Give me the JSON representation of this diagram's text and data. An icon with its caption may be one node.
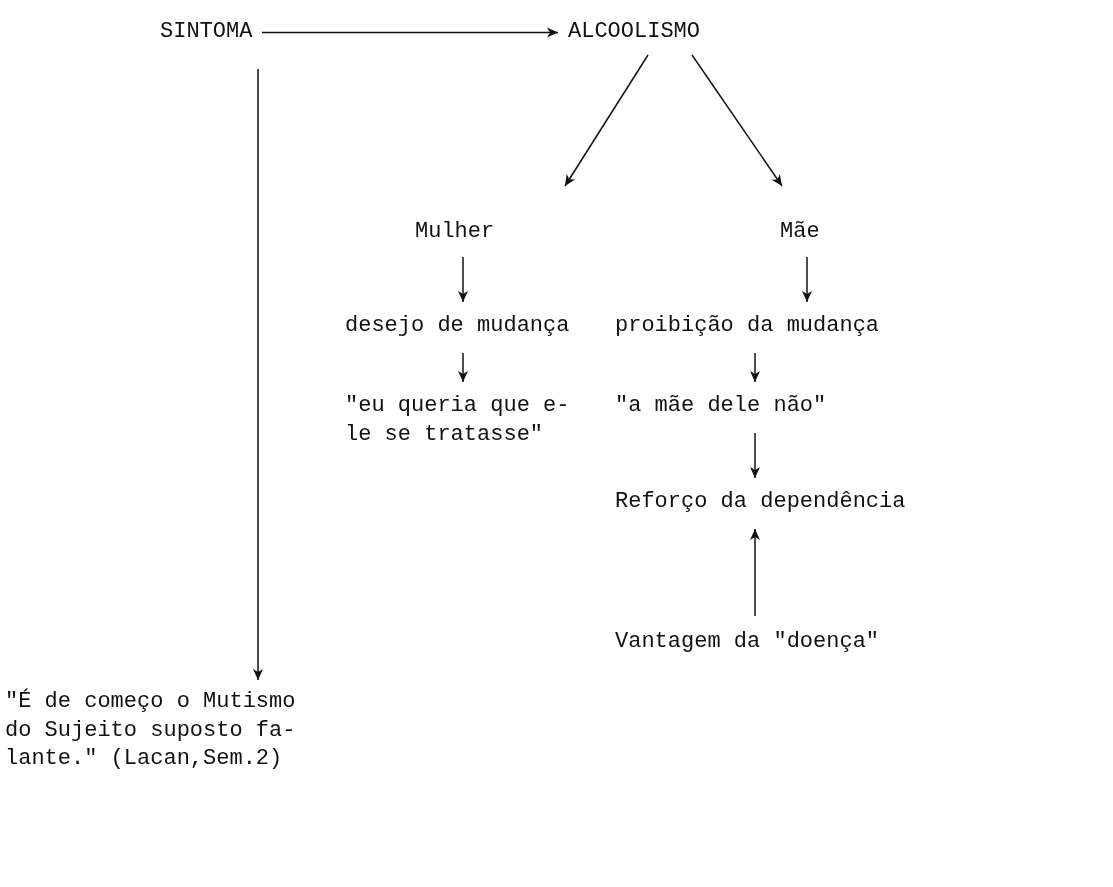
{
  "diagram": {
    "nodes": [
      {
        "text": [
          "SINTOMA"
        ]
      },
      {
        "text": [
          "ALCOOLISMO"
        ]
      },
      {
        "text": [
          "Mulher"
        ]
      },
      {
        "text": [
          "Mãe"
        ]
      },
      {
        "text": [
          "desejo de mudança"
        ]
      },
      {
        "text": [
          "proibição da mudança"
        ]
      },
      {
        "text": [
          "\"eu queria que e- le se tratasse\""
        ]
      },
      {
        "text": [
          "\"a mãe dele não\""
        ]
      },
      {
        "text": [
          "Reforço da dependência"
        ]
      },
      {
        "text": [
          "Vantagem da \"doença\""
        ]
      },
      {
        "text": [
          "\"É de começo o Mutismo do Sujeito suposto fa- lante.\" (Lacan,Sem.2)"
        ]
      }
    ],
    "edges": [
      {
        "from": 0,
        "to": 1,
        "arrow": "to"
      },
      {
        "from": 0,
        "to": 10,
        "arrow": "to"
      },
      {
        "from": 1,
        "to": 2,
        "arrow": "to"
      },
      {
        "from": 1,
        "to": 3,
        "arrow": "to"
      },
      {
        "from": 2,
        "to": 4,
        "arrow": "to"
      },
      {
        "from": 4,
        "to": 6,
        "arrow": "to"
      },
      {
        "from": 3,
        "to": 5,
        "arrow": "to"
      },
      {
        "from": 5,
        "to": 7,
        "arrow": "to"
      },
      {
        "from": 7,
        "to": 8,
        "arrow": "to"
      },
      {
        "from": 9,
        "to": 8,
        "arrow": "to"
      }
    ]
  }
}
